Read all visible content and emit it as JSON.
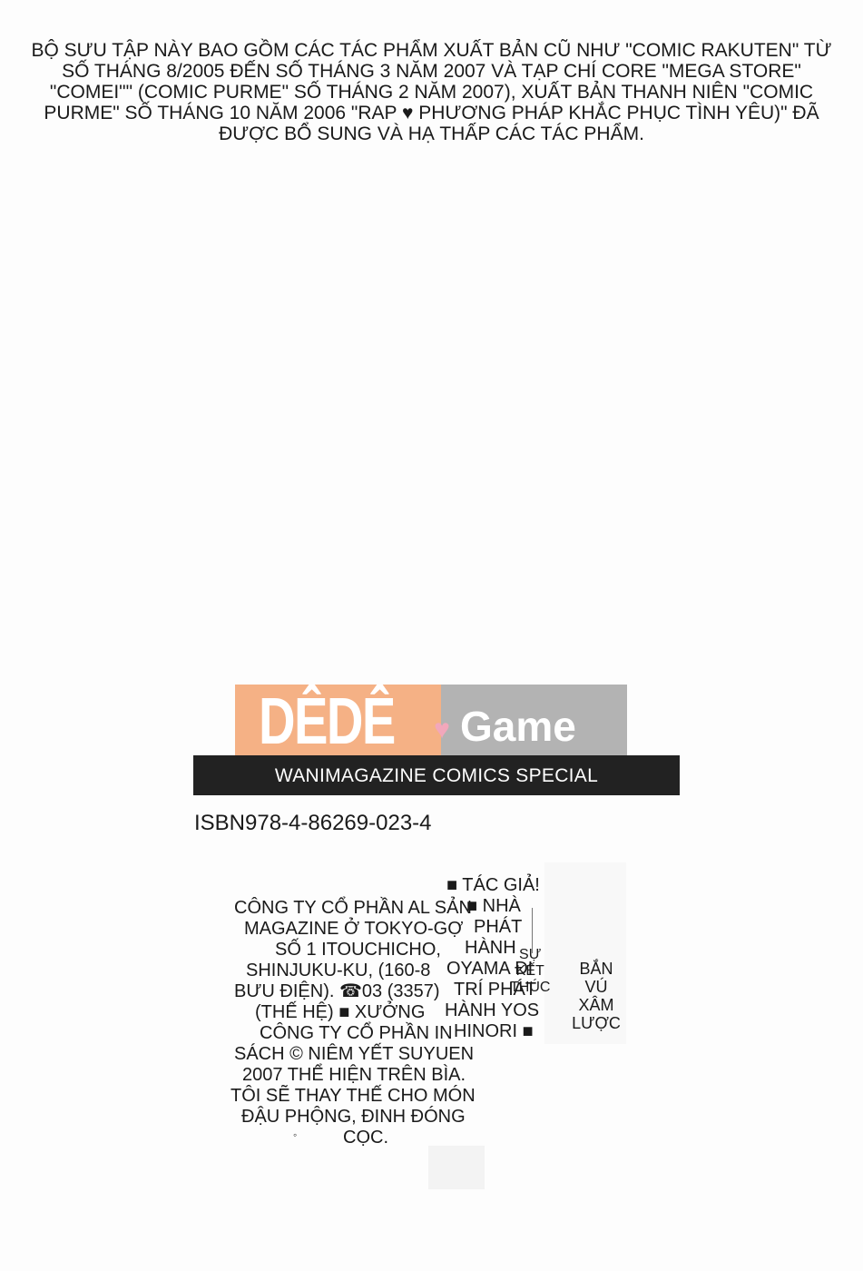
{
  "intro_lines": [
    "BỘ SƯU TẬP NÀY BAO GỒM CÁC TÁC PHẨM XUẤT BẢN CŨ NHƯ \"COMIC RAKUTEN\" TỪ",
    "SỐ THÁNG 8/2005 ĐẾN SỐ THÁNG 3 NĂM 2007 VÀ TẠP CHÍ CORE \"MEGA STORE\"",
    "\"COMEI\"\" (COMIC PURME\" SỐ THÁNG 2 NĂM 2007), XUẤT BẢN THANH NIÊN \"COMIC",
    "PURME\" SỐ THÁNG 10 NĂM 2006 \"RAP ♥ PHƯƠNG PHÁP KHẮC PHỤC TÌNH YÊU)\" ĐÃ",
    "ĐƯỢC BỔ SUNG VÀ HẠ THẤP CÁC TÁC PHẨM."
  ],
  "logo": {
    "left_text": "DÊDÊ",
    "heart": "♥",
    "right_text": "Game",
    "colors": {
      "left_bg": "#f4a878",
      "right_bg": "#b3b3b3",
      "heart": "#f2a7bb"
    }
  },
  "series": "WANIMAGAZINE COMICS SPECIAL",
  "isbn": "ISBN978-4-86269-023-4",
  "colophon_main": [
    "CÔNG TY CỔ PHẦN AL SẢN",
    "MAGAZINE Ở TOKYO-GỢ",
    "SỐ 1 ITOUCHICHO,",
    "SHINJUKU-KU, (160-8",
    "BƯU ĐIỆN). ☎03 (3357)",
    "(THẾ HỆ) ■ XƯỞNG",
    "CÔNG TY CỔ PHẦN IN",
    "SÁCH © NIÊM YẾT SUYUEN",
    "2007 THỂ HIỆN TRÊN BÌA.",
    "TÔI SẼ THAY THẾ CHO MÓN",
    "ĐẬU PHỘNG, ĐINH ĐÓNG",
    "CỌC."
  ],
  "colophon_mid": [
    "■ TÁC GIẢ!",
    "■ NHÀ",
    "PHÁT",
    "HÀNH",
    "OYAMA ĐI",
    "TRÍ PHÁT",
    "HÀNH YOS",
    "HINORI ■"
  ],
  "colophon_small": [
    "SỰ",
    "KẾT",
    "THÚC"
  ],
  "colophon_right": [
    "BẮN",
    "VÚ",
    "XÂM",
    "LƯỢC"
  ],
  "bullet": "◦"
}
